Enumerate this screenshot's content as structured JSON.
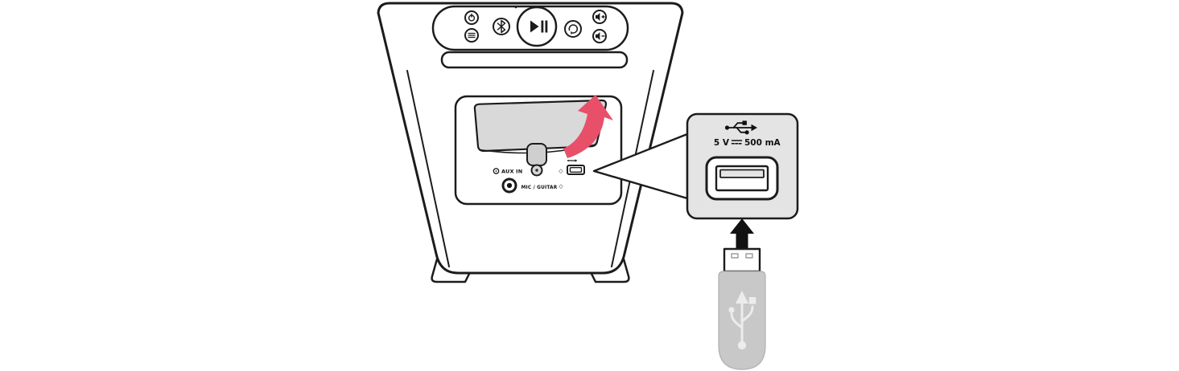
{
  "figure": {
    "name": "usb-playback-connection-illustration"
  },
  "speaker": {
    "labels": {
      "aux_in": "AUX IN",
      "mic_guitar": "MIC / GUITAR",
      "indicator_diamond_1": "◇",
      "indicator_diamond_2": "◇"
    }
  },
  "callout": {
    "rating_voltage": "5 V",
    "rating_current": "500 mA"
  },
  "colors": {
    "line": "#1c1c1c",
    "callout_fill": "#e4e4e4",
    "flap_fill": "#d9d9d9",
    "tab_fill": "#cfcfcf",
    "arrow_red": "#e8506a",
    "drive_body": "#c8c8c8",
    "drive_symbol": "#ececec"
  },
  "icons": {
    "usb_trident": "usb-trident",
    "dc_symbol": "solid-line-over-dashed-line",
    "power": "power-icon",
    "bluetooth": "bluetooth-icon",
    "play_pause": "play-pause-icon"
  }
}
